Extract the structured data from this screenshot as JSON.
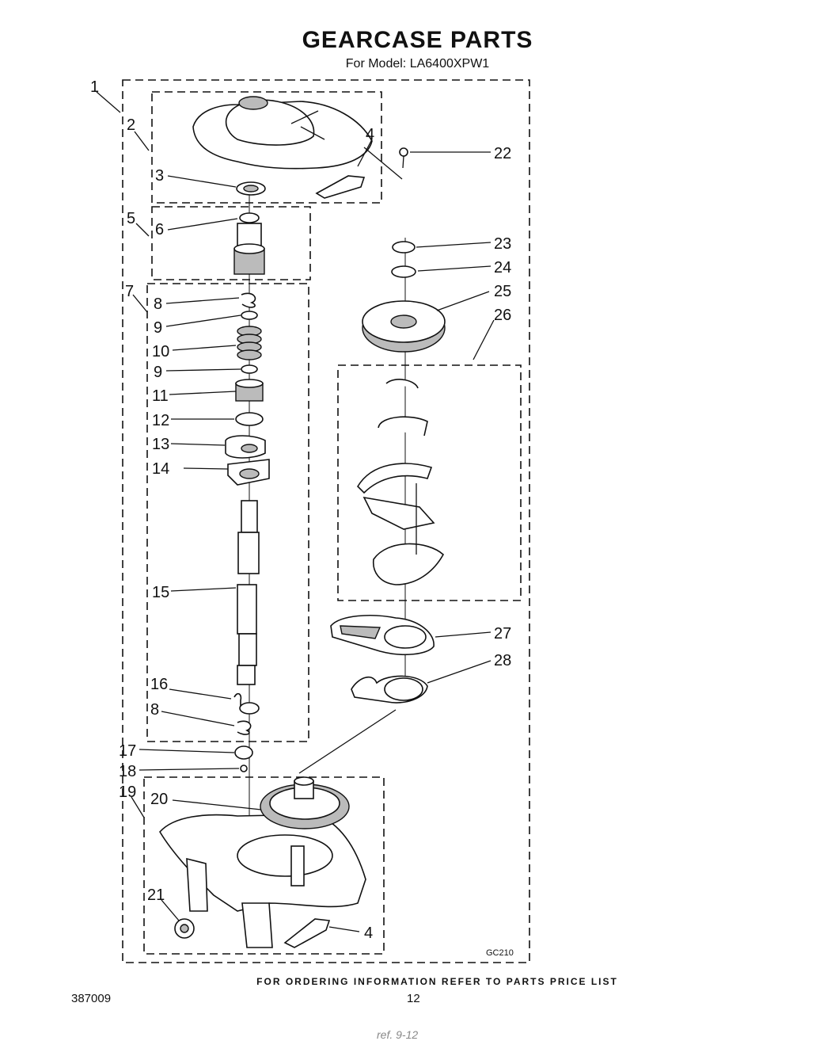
{
  "title": "GEARCASE PARTS",
  "subtitle": "For Model: LA6400XPW1",
  "footer": "FOR ORDERING INFORMATION REFER TO PARTS PRICE LIST",
  "doc_number": "387009",
  "page_number": "12",
  "figure_code": "GC210",
  "scrawl": "ref. 9-12",
  "callouts": [
    "1",
    "2",
    "3",
    "4",
    "5",
    "6",
    "7",
    "8",
    "9",
    "10",
    "9",
    "11",
    "12",
    "13",
    "14",
    "15",
    "16",
    "8",
    "17",
    "18",
    "19",
    "20",
    "21",
    "4",
    "22",
    "23",
    "24",
    "25",
    "26",
    "27",
    "28"
  ]
}
